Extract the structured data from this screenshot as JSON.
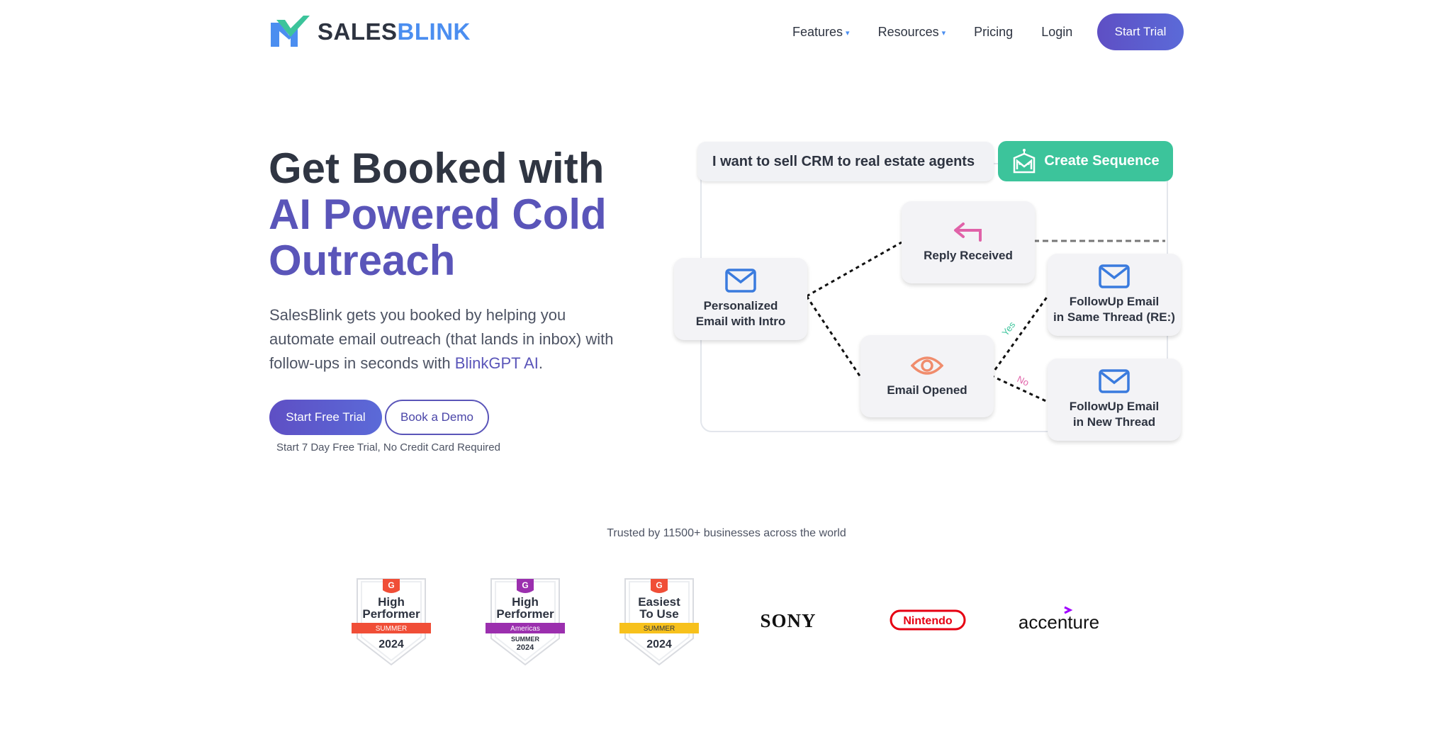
{
  "brand": {
    "name_part1": "SALES",
    "name_part2": "BLINK"
  },
  "nav": {
    "items": [
      {
        "label": "Features",
        "dropdown": true
      },
      {
        "label": "Resources",
        "dropdown": true
      },
      {
        "label": "Pricing",
        "dropdown": false
      },
      {
        "label": "Login",
        "dropdown": false
      }
    ],
    "cta": "Start Trial"
  },
  "hero": {
    "title_line1": "Get Booked with",
    "title_line2": "AI Powered Cold Outreach",
    "desc_before": "SalesBlink gets you booked by helping you automate email outreach (that lands in inbox) with follow-ups in seconds with ",
    "desc_highlight": "BlinkGPT AI",
    "desc_after": ".",
    "primary_button": "Start Free Trial",
    "secondary_button": "Book a Demo",
    "note": "Start 7 Day Free Trial, No Credit Card Required"
  },
  "diagram": {
    "prompt": "I want to sell CRM to real estate agents",
    "create_button": "Create Sequence",
    "cards": {
      "intro_line1": "Personalized",
      "intro_line2": "Email with Intro",
      "reply": "Reply Received",
      "opened": "Email Opened",
      "followup_same_line1": "FollowUp Email",
      "followup_same_line2": "in Same Thread (RE:)",
      "followup_new_line1": "FollowUp Email",
      "followup_new_line2": "in New Thread"
    },
    "yes_label": "Yes",
    "no_label": "No"
  },
  "trust": {
    "text": "Trusted by 11500+ businesses across the world",
    "badges": [
      {
        "line1": "High",
        "line2": "Performer",
        "ribbon": "SUMMER",
        "year": "2024",
        "color": "#f04e37"
      },
      {
        "line1": "High",
        "line2": "Performer",
        "ribbon": "Americas",
        "season": "SUMMER",
        "year": "2024",
        "color": "#9b2fae"
      },
      {
        "line1": "Easiest",
        "line2": "To Use",
        "ribbon": "SUMMER",
        "year": "2024",
        "color": "#f7c11c"
      }
    ],
    "brands": [
      "SONY",
      "Nintendo",
      "accenture"
    ]
  },
  "colors": {
    "accent": "#5a55b9",
    "brand_blue": "#4b8ef0",
    "brand_green": "#3cc49b",
    "icon_blue": "#3a7bde",
    "reply_pink": "#e062a8",
    "eye_orange": "#f08c6c"
  }
}
